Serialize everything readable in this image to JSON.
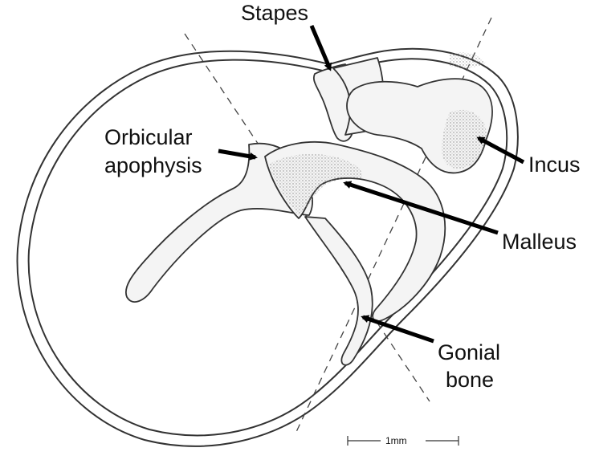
{
  "labels": {
    "stapes": "Stapes",
    "orbicular_line1": "Orbicular",
    "orbicular_line2": "apophysis",
    "incus": "Incus",
    "malleus": "Malleus",
    "gonial_line1": "Gonial",
    "gonial_line2": "bone"
  },
  "scale_bar": {
    "text": "1mm"
  },
  "colors": {
    "line": "#333333",
    "arrow": "#000000",
    "background": "#ffffff"
  }
}
